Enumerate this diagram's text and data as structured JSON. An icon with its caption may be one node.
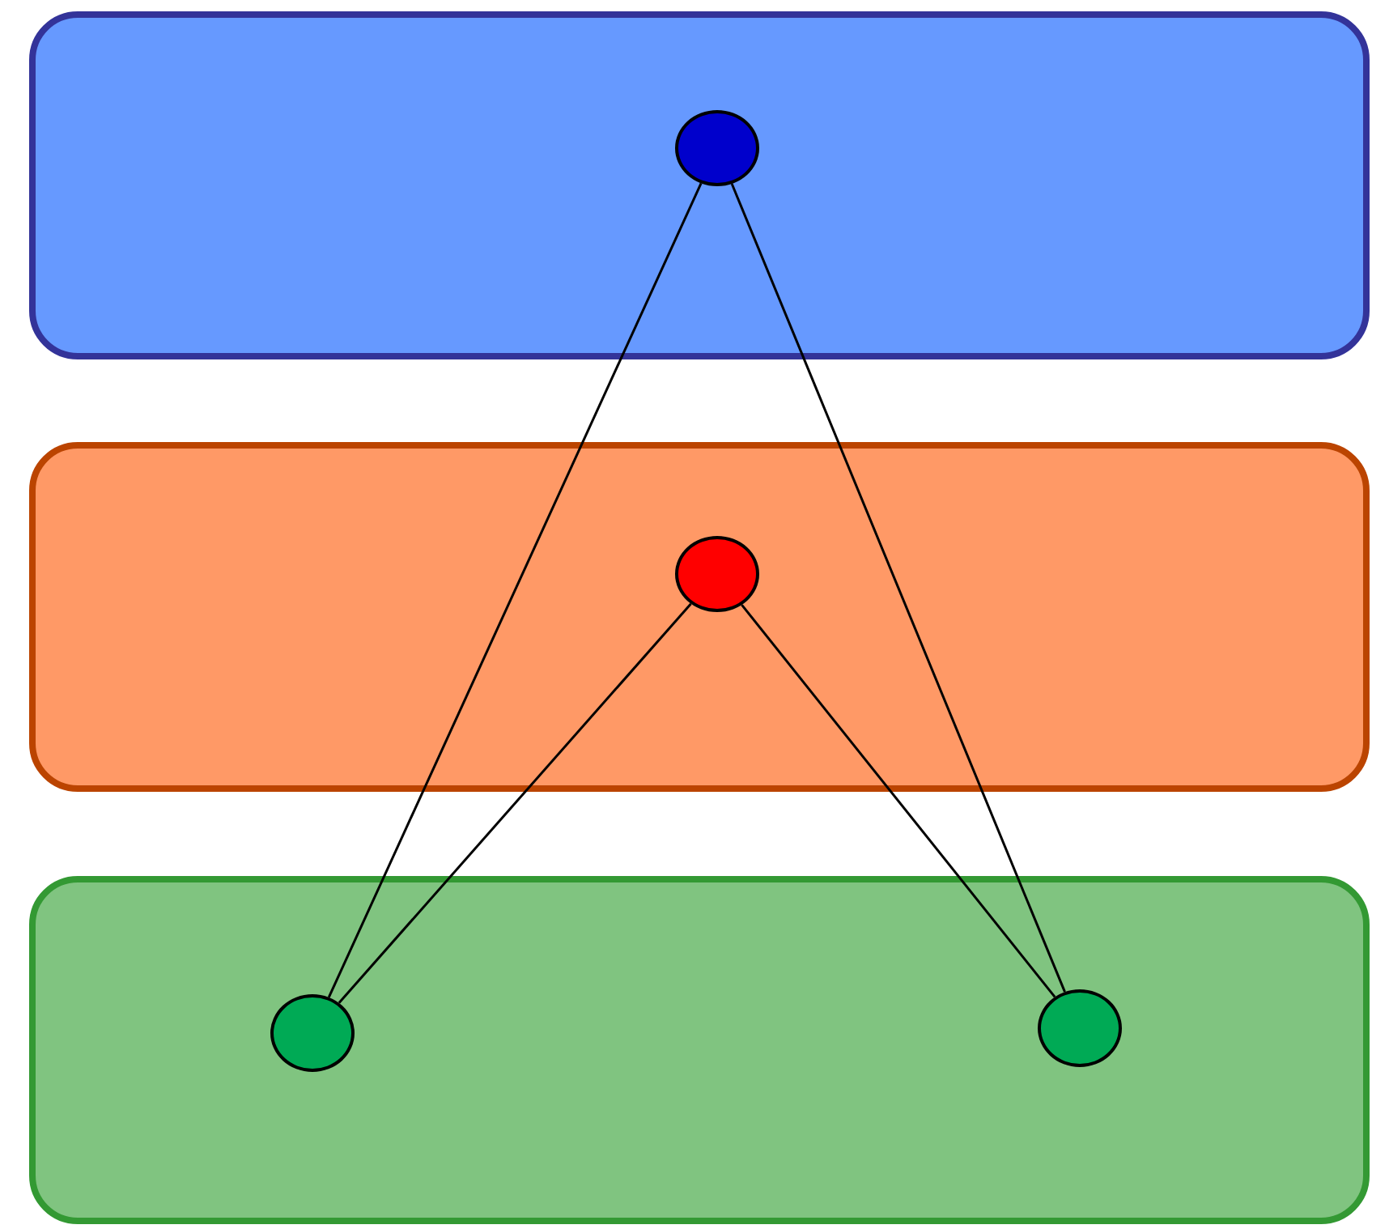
{
  "diagram": {
    "nodes": [
      {
        "text": [],
        "shape": "box"
      },
      {
        "text": [],
        "shape": "circle",
        "in": 0
      },
      {
        "text": [],
        "shape": "box"
      },
      {
        "text": [],
        "shape": "circle",
        "in": 2
      },
      {
        "text": [],
        "shape": "box"
      },
      {
        "text": [],
        "shape": "circle",
        "in": 4
      },
      {
        "text": [],
        "shape": "circle",
        "in": 4
      }
    ],
    "edges": [
      {
        "from": 1,
        "to": 5,
        "arrow": "none"
      },
      {
        "from": 1,
        "to": 6,
        "arrow": "none"
      },
      {
        "from": 3,
        "to": 5,
        "arrow": "none"
      },
      {
        "from": 3,
        "to": 6,
        "arrow": "none"
      }
    ]
  }
}
